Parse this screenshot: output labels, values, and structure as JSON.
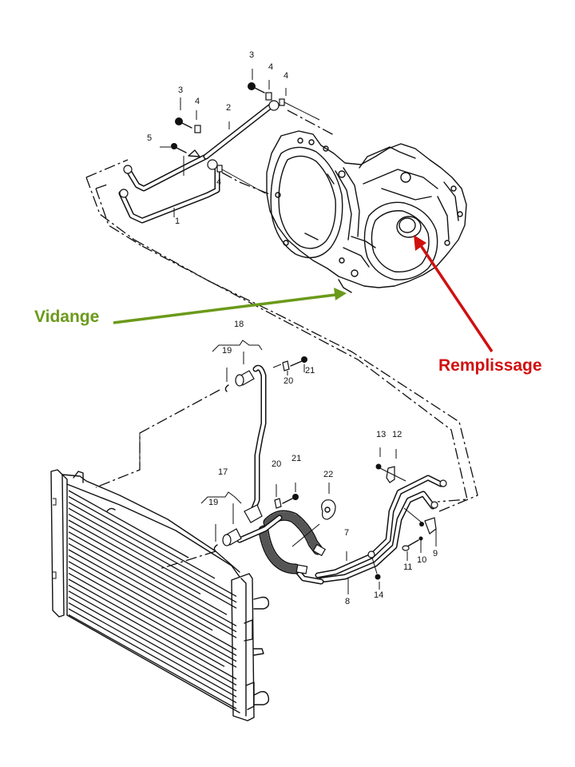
{
  "diagram": {
    "annotations": {
      "drain": {
        "label": "Vidange",
        "color": "#6b9a1a"
      },
      "fill": {
        "label": "Remplissage",
        "color": "#d01010"
      }
    },
    "part_labels": {
      "p1": "1",
      "p2": "2",
      "p3a": "3",
      "p3b": "3",
      "p4a": "4",
      "p4b": "4",
      "p4c": "4",
      "p4d": "4",
      "p5": "5",
      "p7": "7",
      "p8": "8",
      "p9": "9",
      "p10": "10",
      "p11": "11",
      "p12": "12",
      "p13": "13",
      "p14": "14",
      "p17": "17",
      "p18": "18",
      "p19a": "19",
      "p19b": "19",
      "p20a": "20",
      "p20b": "20",
      "p21a": "21",
      "p21b": "21",
      "p22": "22"
    },
    "components": {
      "gearbox": "gearbox-housing",
      "radiator": "radiator",
      "upper_pipes": "oil-cooler-pipes-upper",
      "lower_pipes": "oil-cooler-pipes-lower",
      "hose": "flexible-hose"
    }
  }
}
